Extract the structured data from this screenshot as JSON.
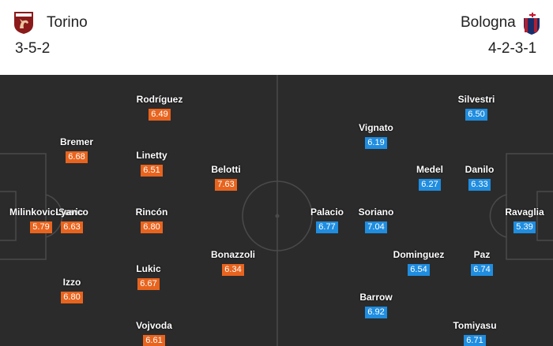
{
  "home": {
    "name": "Torino",
    "formation": "3-5-2",
    "color": "#e8641e",
    "crest_icon": "torino-crest",
    "players": [
      {
        "name": "Milinkovic-Savic",
        "rating": "5.79"
      },
      {
        "name": "Lyanco",
        "rating": "6.63"
      },
      {
        "name": "Bremer",
        "rating": "6.68"
      },
      {
        "name": "Izzo",
        "rating": "6.80"
      },
      {
        "name": "Rodríguez",
        "rating": "6.49"
      },
      {
        "name": "Linetty",
        "rating": "6.51"
      },
      {
        "name": "Rincón",
        "rating": "6.80"
      },
      {
        "name": "Lukic",
        "rating": "6.67"
      },
      {
        "name": "Vojvoda",
        "rating": "6.61"
      },
      {
        "name": "Belotti",
        "rating": "7.63"
      },
      {
        "name": "Bonazzoli",
        "rating": "6.34"
      }
    ]
  },
  "away": {
    "name": "Bologna",
    "formation": "4-2-3-1",
    "color": "#1f8de0",
    "crest_icon": "bologna-crest",
    "players": [
      {
        "name": "Silvestri",
        "rating": "6.50"
      },
      {
        "name": "Vignato",
        "rating": "6.19"
      },
      {
        "name": "Medel",
        "rating": "6.27"
      },
      {
        "name": "Danilo",
        "rating": "6.33"
      },
      {
        "name": "Palacio",
        "rating": "6.77"
      },
      {
        "name": "Soriano",
        "rating": "7.04"
      },
      {
        "name": "Ravaglia",
        "rating": "5.39"
      },
      {
        "name": "Dominguez",
        "rating": "6.54"
      },
      {
        "name": "Paz",
        "rating": "6.74"
      },
      {
        "name": "Barrow",
        "rating": "6.92"
      },
      {
        "name": "Tomiyasu",
        "rating": "6.71"
      }
    ]
  }
}
